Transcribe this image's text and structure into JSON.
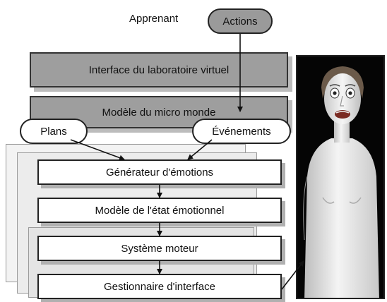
{
  "labels": {
    "learner": "Apprenant",
    "actions": "Actions",
    "virtual_lab_interface": "Interface du laboratoire virtuel",
    "microworld_model": "Modèle du micro monde",
    "plans": "Plans",
    "events": "Événements",
    "emotion_generator": "Générateur d'émotions",
    "emotional_state_model": "Modèle de l'état émotionnel",
    "motor_system": "Système moteur",
    "interface_manager": "Gestionnaire d'interface"
  },
  "colors": {
    "grey_box": "#9e9e9e",
    "avatar_background": "#050505",
    "avatar_skin": "#f2f2f2"
  }
}
